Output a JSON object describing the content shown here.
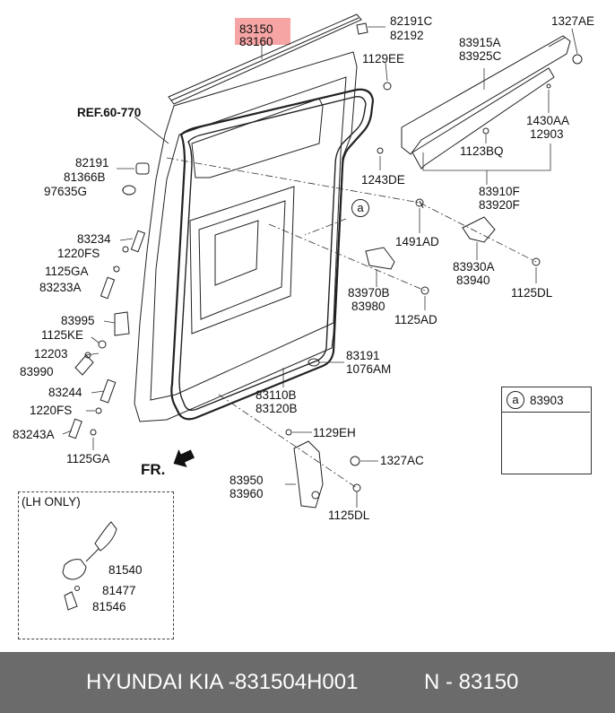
{
  "highlight_color": "#f59a9a",
  "reference": "REF.60-770",
  "front_marker": "FR.",
  "lh_only_title": "(LH ONLY)",
  "inset": {
    "circle": "a",
    "part": "83903"
  },
  "callout_circle": "a",
  "labels": {
    "l_83150": "83150",
    "l_83160": "83160",
    "l_82191c": "82191C",
    "l_82192": "82192",
    "l_1327ae": "1327AE",
    "l_1129ee": "1129EE",
    "l_83915a": "83915A",
    "l_83925c": "83925C",
    "l_1430aa": "1430AA",
    "l_12903": "12903",
    "l_1123bq": "1123BQ",
    "l_1243de": "1243DE",
    "l_83910f": "83910F",
    "l_83920f": "83920F",
    "l_1491ad": "1491AD",
    "l_83930a": "83930A",
    "l_83940": "83940",
    "l_1125dl_a": "1125DL",
    "l_83970b": "83970B",
    "l_83980": "83980",
    "l_1125ad": "1125AD",
    "l_83191": "83191",
    "l_1076am": "1076AM",
    "l_83110b": "83110B",
    "l_83120b": "83120B",
    "l_1129eh": "1129EH",
    "l_1327ac": "1327AC",
    "l_83950": "83950",
    "l_83960": "83960",
    "l_1125dl_b": "1125DL",
    "l_82191": "82191",
    "l_81366b": "81366B",
    "l_97635g": "97635G",
    "l_83234": "83234",
    "l_1220fs_a": "1220FS",
    "l_1125ga_a": "1125GA",
    "l_83233a": "83233A",
    "l_83995": "83995",
    "l_1125ke": "1125KE",
    "l_12203": "12203",
    "l_83990": "83990",
    "l_83244": "83244",
    "l_1220fs_b": "1220FS",
    "l_83243a": "83243A",
    "l_1125ga_b": "1125GA",
    "l_81540": "81540",
    "l_81477": "81477",
    "l_81546": "81546"
  },
  "footer": {
    "brand": "HYUNDAI  KIA -",
    "part_number": "831504H001",
    "oem_number": "N - 83150"
  }
}
